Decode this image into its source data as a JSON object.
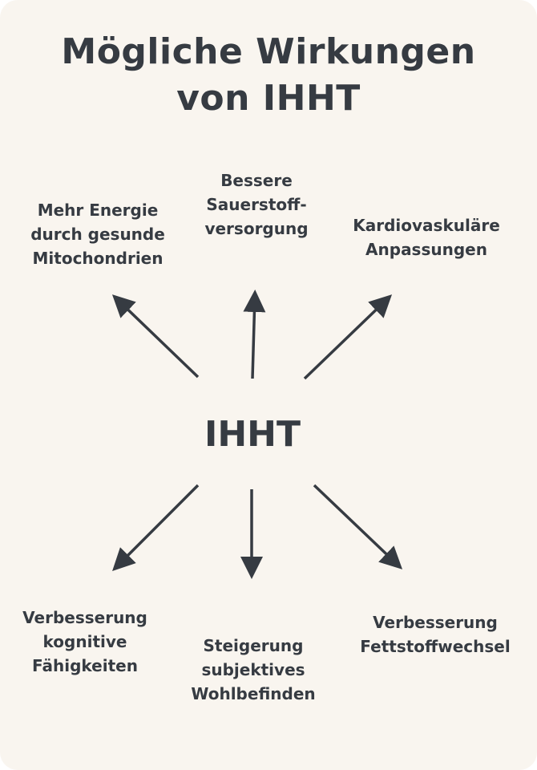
{
  "title_lines": [
    "Mögliche Wirkungen",
    "von IHHT"
  ],
  "center": "IHHT",
  "effects": [
    {
      "lines": [
        "Mehr Energie",
        "durch gesunde",
        "Mitochondrien"
      ]
    },
    {
      "lines": [
        "Bessere",
        "Sauerstoff-",
        "versorgung"
      ]
    },
    {
      "lines": [
        "Kardiovaskuläre",
        "Anpassungen"
      ]
    },
    {
      "lines": [
        "Verbesserung",
        "kognitive",
        "Fähigkeiten"
      ]
    },
    {
      "lines": [
        "Steigerung",
        "subjektives",
        "Wohlbefinden"
      ]
    },
    {
      "lines": [
        "Verbesserung",
        "Fettstoffwechsel"
      ]
    }
  ],
  "colors": {
    "background": "#f9f5ef",
    "text": "#363b42"
  }
}
